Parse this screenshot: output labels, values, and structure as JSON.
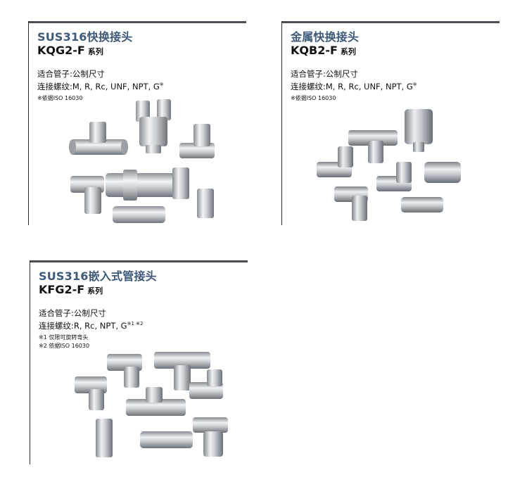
{
  "panels": [
    {
      "title_cn": "SUS316快换接头",
      "model": "KQG2-F",
      "series_label": "系列",
      "spec1": "适合管子:公制尺寸",
      "spec2": "连接螺纹:M, R, Rc, UNF, NPT, G",
      "spec2_mark": "※",
      "notes": [
        "※依据ISO 16030"
      ],
      "image": "stainless-steel-fittings-assortment"
    },
    {
      "title_cn": "金属快换接头",
      "model": "KQB2-F",
      "series_label": "系列",
      "spec1": "适合管子:公制尺寸",
      "spec2": "连接螺纹:M, R, Rc, UNF, NPT, G",
      "spec2_mark": "※",
      "notes": [
        "※依据ISO 16030"
      ],
      "image": "metal-fittings-assortment"
    },
    {
      "title_cn": "SUS316嵌入式管接头",
      "model": "KFG2-F",
      "series_label": "系列",
      "spec1": "适合管子:公制尺寸",
      "spec2": "连接螺纹:R, Rc, NPT, G",
      "spec2_mark": "※1 ※2",
      "notes": [
        "※1 仅限可旋转弯头",
        "※2 依据ISO 16030"
      ],
      "image": "insert-fittings-assortment"
    }
  ],
  "colors": {
    "title_blue": "#3e5a78",
    "frame": "#4a4f55",
    "metal_light": "#e8eaec",
    "metal_dark": "#7d8289"
  }
}
